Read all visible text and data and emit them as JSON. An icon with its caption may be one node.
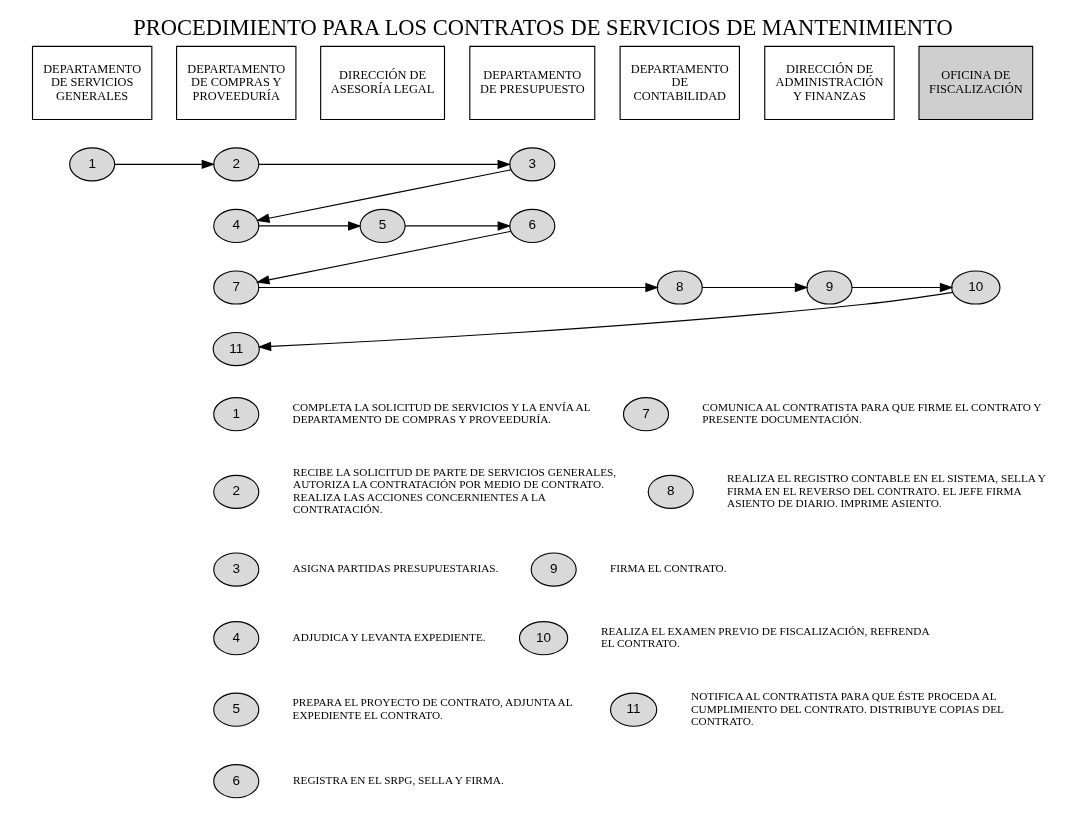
{
  "diagram": {
    "title": "PROCEDIMIENTO PARA LOS CONTRATOS DE SERVICIOS DE MANTENIMIENTO",
    "nodes": [
      {
        "text": [
          "DEPARTAMENTO DE SERVICIOS GENERALES"
        ]
      },
      {
        "text": [
          "DEPARTAMENTO DE COMPRAS Y PROVEEDURÍA"
        ]
      },
      {
        "text": [
          "DIRECCIÓN DE ASESORÍA LEGAL"
        ]
      },
      {
        "text": [
          "DEPARTAMENTO DE PRESUPUESTO"
        ]
      },
      {
        "text": [
          "DEPARTAMENTO DE CONTABILIDAD"
        ]
      },
      {
        "text": [
          "DIRECCIÓN DE ADMINISTRACIÓN Y FINANZAS"
        ]
      },
      {
        "text": [
          "OFICINA DE FISCALIZACIÓN"
        ]
      },
      {
        "text": [
          "1"
        ]
      },
      {
        "text": [
          "2"
        ]
      },
      {
        "text": [
          "3"
        ]
      },
      {
        "text": [
          "4"
        ]
      },
      {
        "text": [
          "5"
        ]
      },
      {
        "text": [
          "6"
        ]
      },
      {
        "text": [
          "7"
        ]
      },
      {
        "text": [
          "8"
        ]
      },
      {
        "text": [
          "9"
        ]
      },
      {
        "text": [
          "10"
        ]
      },
      {
        "text": [
          "11"
        ]
      },
      {
        "text": [
          "1"
        ],
        "beside": [
          "COMPLETA LA SOLICITUD DE SERVICIOS Y LA ENVÍA AL DEPARTAMENTO DE COMPRAS Y PROVEEDURÍA."
        ]
      },
      {
        "text": [
          "2"
        ],
        "beside": [
          "RECIBE LA SOLICITUD DE PARTE DE SERVICIOS GENERALES, AUTORIZA LA CONTRATACIÓN POR MEDIO DE CONTRATO. REALIZA LAS ACCIONES CONCERNIENTES A LA CONTRATACIÓN."
        ]
      },
      {
        "text": [
          "3"
        ],
        "beside": [
          "ASIGNA PARTIDAS PRESUPUESTARIAS."
        ]
      },
      {
        "text": [
          "4"
        ],
        "beside": [
          "ADJUDICA Y LEVANTA EXPEDIENTE."
        ]
      },
      {
        "text": [
          "5"
        ],
        "beside": [
          "PREPARA EL PROYECTO DE CONTRATO, ADJUNTA AL EXPEDIENTE EL CONTRATO."
        ]
      },
      {
        "text": [
          "6"
        ],
        "beside": [
          "REGISTRA EN EL SRPG, SELLA Y FIRMA."
        ]
      },
      {
        "text": [
          "7"
        ],
        "beside": [
          "COMUNICA AL CONTRATISTA PARA QUE FIRME EL CONTRATO Y PRESENTE DOCUMENTACIÓN."
        ]
      },
      {
        "text": [
          "8"
        ],
        "beside": [
          "REALIZA EL REGISTRO CONTABLE EN EL SISTEMA, SELLA Y FIRMA EN EL REVERSO DEL CONTRATO. EL JEFE FIRMA ASIENTO DE DIARIO. IMPRIME ASIENTO."
        ]
      },
      {
        "text": [
          "9"
        ],
        "beside": [
          "FIRMA EL CONTRATO."
        ]
      },
      {
        "text": [
          "10"
        ],
        "beside": [
          "REALIZA EL EXAMEN PREVIO DE FISCALIZACIÓN, REFRENDA EL CONTRATO."
        ]
      },
      {
        "text": [
          "11"
        ],
        "beside": [
          "NOTIFICA AL CONTRATISTA PARA QUE ÉSTE PROCEDA AL CUMPLIMIENTO DEL CONTRATO. DISTRIBUYE COPIAS DEL CONTRATO."
        ]
      }
    ],
    "edges": [
      {
        "from": 7,
        "to": 8,
        "arrow": "to"
      },
      {
        "from": 8,
        "to": 9,
        "arrow": "to"
      },
      {
        "from": 9,
        "to": 10,
        "arrow": "to"
      },
      {
        "from": 10,
        "to": 11,
        "arrow": "to"
      },
      {
        "from": 11,
        "to": 12,
        "arrow": "to"
      },
      {
        "from": 12,
        "to": 13,
        "arrow": "to"
      },
      {
        "from": 13,
        "to": 14,
        "arrow": "to"
      },
      {
        "from": 14,
        "to": 15,
        "arrow": "to"
      },
      {
        "from": 15,
        "to": 16,
        "arrow": "to"
      },
      {
        "from": 16,
        "to": 17,
        "arrow": "to"
      }
    ]
  }
}
